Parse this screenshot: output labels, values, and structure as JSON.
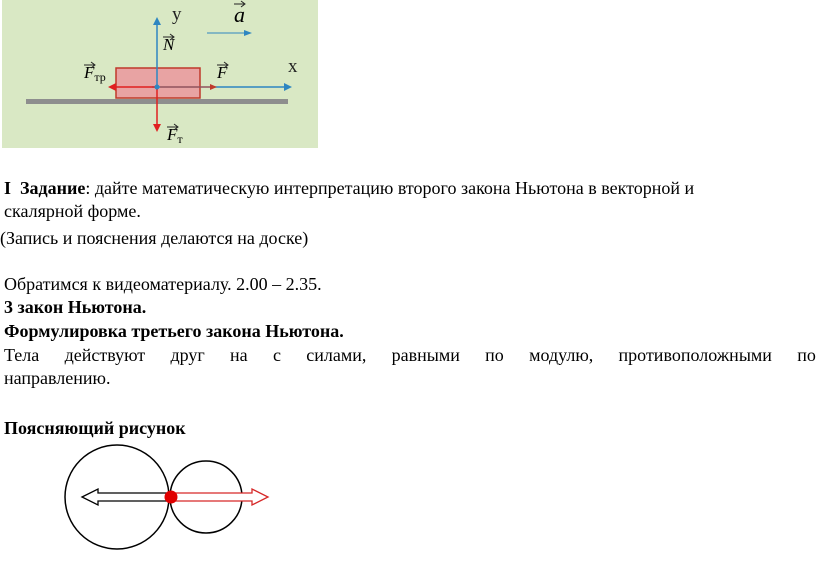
{
  "figure_top": {
    "axis_y": "y",
    "axis_x": "x",
    "vector_a": "a",
    "vector_N": "N",
    "vector_F": "F",
    "vector_Ftr_main": "F",
    "vector_Ftr_sub": "тр",
    "vector_Ft_main": "F",
    "vector_Ft_sub": "т",
    "colors": {
      "background": "#d9e8c4",
      "block": "#e8a3a3",
      "block_border": "#c0392b",
      "axis": "#2e86c1",
      "force_red": "#e02020",
      "surface": "#8e8e8e"
    }
  },
  "text": {
    "task_num": "I",
    "task_label": "Задание",
    "task_text": ": дайте математическую интерпретацию второго закона Ньютона в векторной и",
    "task_text2": "скалярной форме.",
    "note": "(Запись и пояснения делаются на доске)",
    "video": "Обратимся к видеоматериалу. 2.00 – 2.35.",
    "law_title": "3 закон Ньютона.",
    "law_formulation": "Формулировка третьего закона Ньютона.",
    "law_line1_words": [
      "Тела",
      "действуют",
      "друг",
      "на",
      "с",
      "силами,",
      "равными",
      "по",
      "модулю,",
      "противоположными",
      "по"
    ],
    "law_line2": "направлению.",
    "figure_title": "Поясняющий рисунок"
  },
  "figure_bottom": {
    "colors": {
      "circle": "#000000",
      "left_arrow": "#000000",
      "right_arrow": "#d62828",
      "contact_point": "#e00000"
    }
  }
}
